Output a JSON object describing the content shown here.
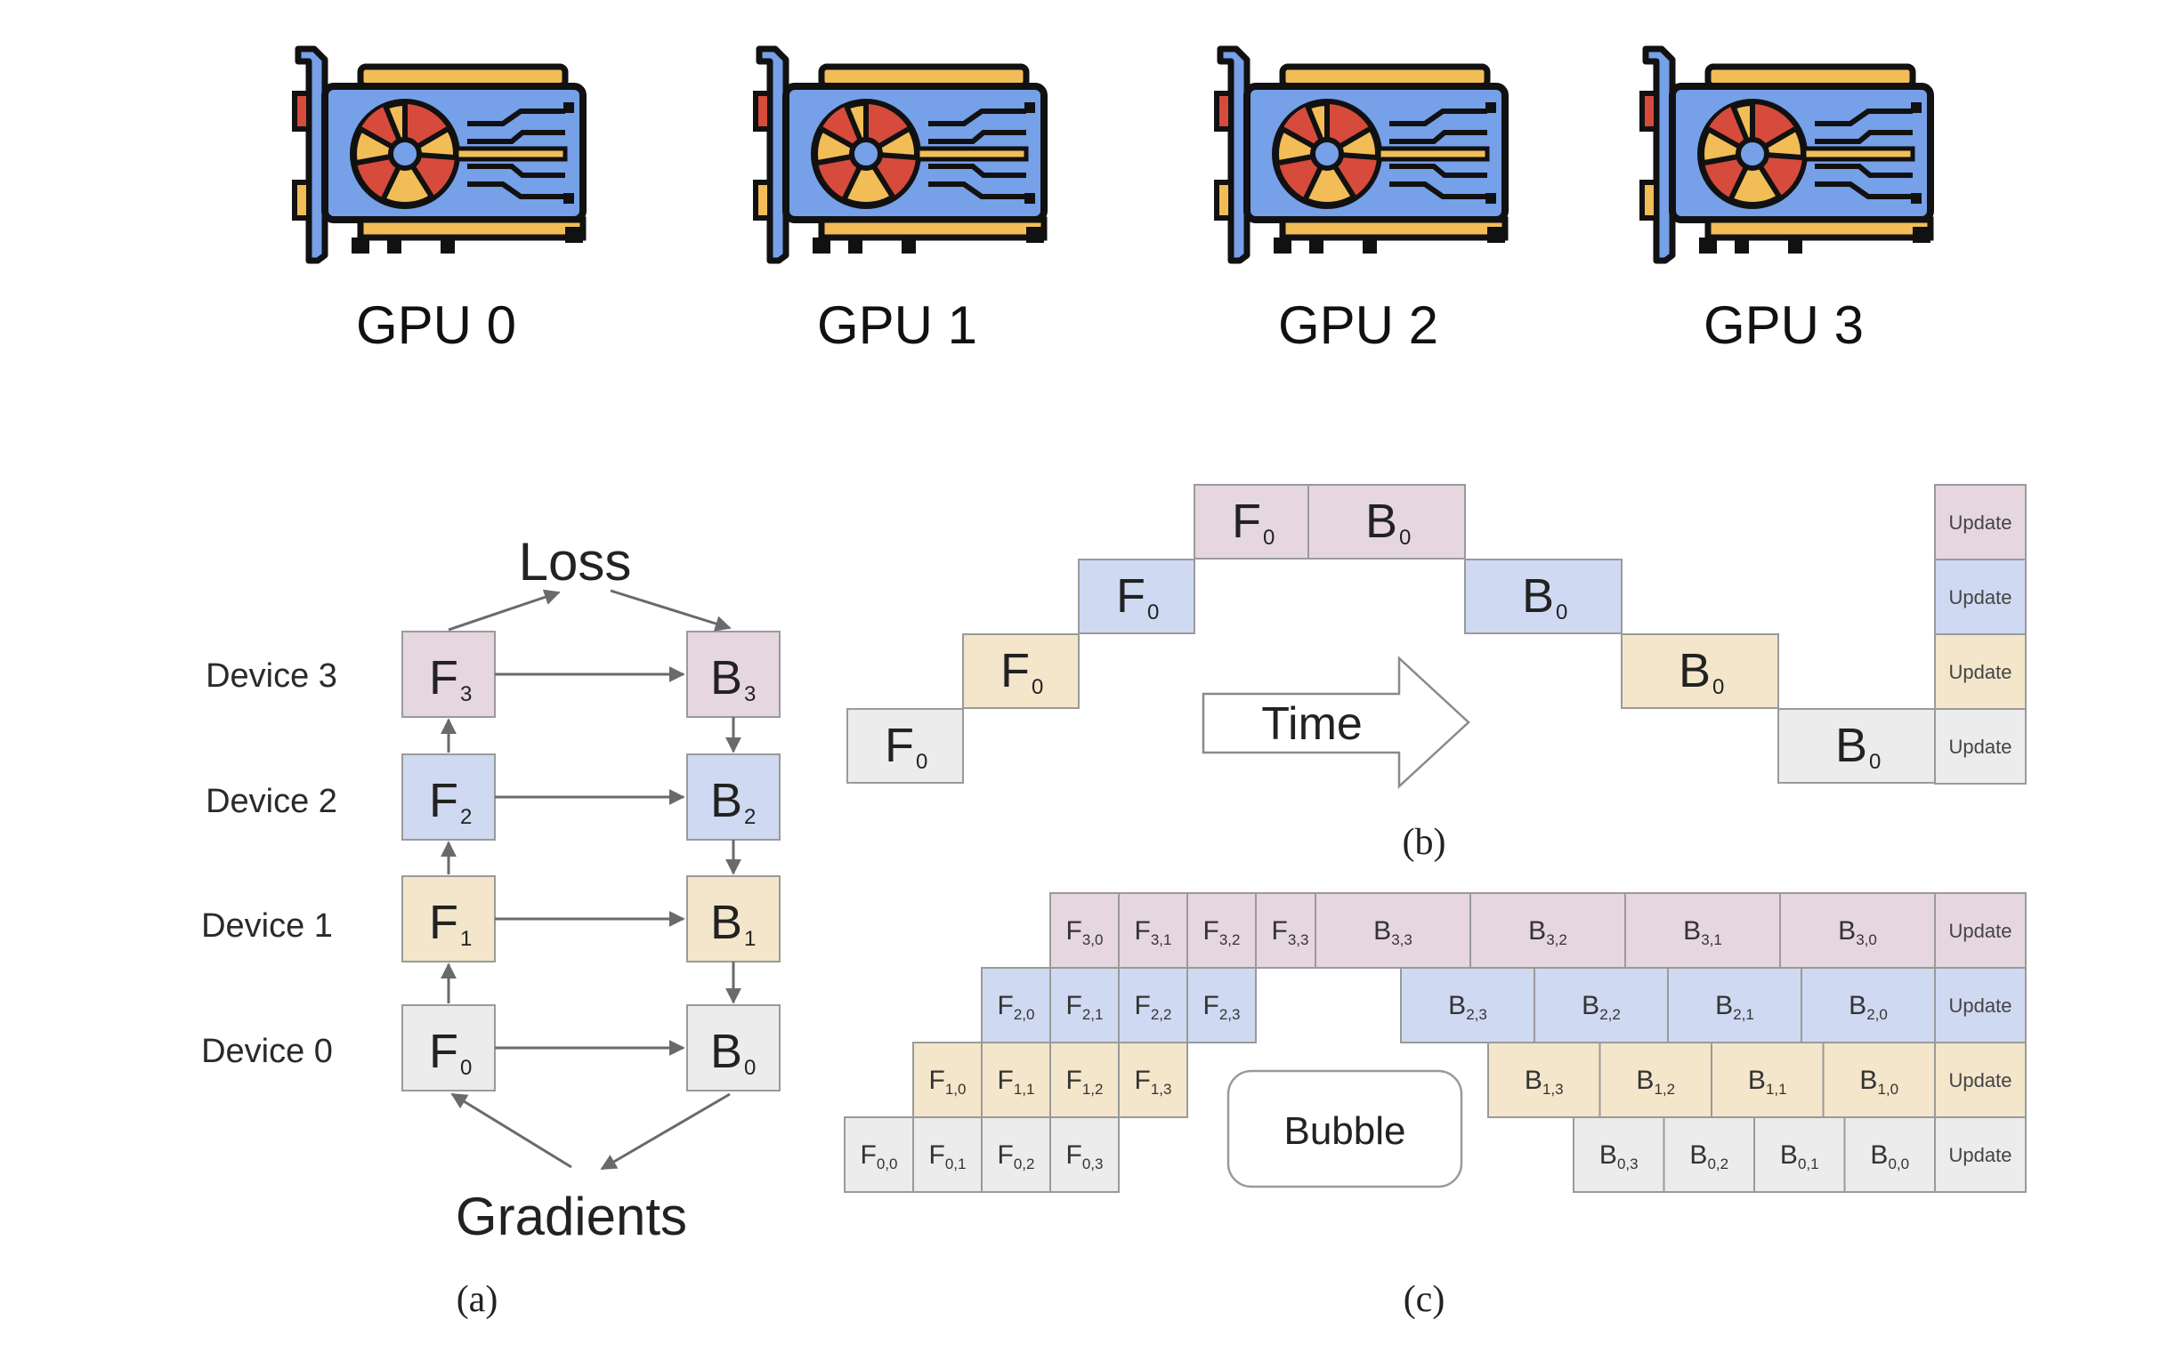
{
  "colors": {
    "device3": "#e6d6e0",
    "device2": "#cfd9f1",
    "device1": "#f3e6cb",
    "device0": "#ececec",
    "gpu_blue": "#76a0e8",
    "gpu_yellow": "#f2bd57",
    "gpu_red": "#d64b3c",
    "outline": "#111111"
  },
  "gpus": [
    {
      "label": "GPU 0",
      "icon": "gpu-card-icon"
    },
    {
      "label": "GPU 1",
      "icon": "gpu-card-icon"
    },
    {
      "label": "GPU 2",
      "icon": "gpu-card-icon"
    },
    {
      "label": "GPU 3",
      "icon": "gpu-card-icon"
    }
  ],
  "panel_a": {
    "caption": "(a)",
    "top_label": "Loss",
    "bottom_label": "Gradients",
    "devices": [
      {
        "label": "Device 3",
        "forward": "F",
        "forward_sub": "3",
        "backward": "B",
        "backward_sub": "3"
      },
      {
        "label": "Device 2",
        "forward": "F",
        "forward_sub": "2",
        "backward": "B",
        "backward_sub": "2"
      },
      {
        "label": "Device 1",
        "forward": "F",
        "forward_sub": "1",
        "backward": "B",
        "backward_sub": "1"
      },
      {
        "label": "Device 0",
        "forward": "F",
        "forward_sub": "0",
        "backward": "B",
        "backward_sub": "0"
      }
    ]
  },
  "panel_b": {
    "caption": "(b)",
    "arrow_label": "Time",
    "update_label": "Update",
    "rows": [
      {
        "forward": "F",
        "forward_sub": "0",
        "backward": "B",
        "backward_sub": "0"
      },
      {
        "forward": "F",
        "forward_sub": "0",
        "backward": "B",
        "backward_sub": "0"
      },
      {
        "forward": "F",
        "forward_sub": "0",
        "backward": "B",
        "backward_sub": "0"
      },
      {
        "forward": "F",
        "forward_sub": "0",
        "backward": "B",
        "backward_sub": "0"
      }
    ]
  },
  "panel_c": {
    "caption": "(c)",
    "bubble_label": "Bubble",
    "update_label": "Update",
    "rows": [
      {
        "forward": [
          {
            "l": "F",
            "s": "3,0"
          },
          {
            "l": "F",
            "s": "3,1"
          },
          {
            "l": "F",
            "s": "3,2"
          },
          {
            "l": "F",
            "s": "3,3"
          }
        ],
        "backward": [
          {
            "l": "B",
            "s": "3,3"
          },
          {
            "l": "B",
            "s": "3,2"
          },
          {
            "l": "B",
            "s": "3,1"
          },
          {
            "l": "B",
            "s": "3,0"
          }
        ]
      },
      {
        "forward": [
          {
            "l": "F",
            "s": "2,0"
          },
          {
            "l": "F",
            "s": "2,1"
          },
          {
            "l": "F",
            "s": "2,2"
          },
          {
            "l": "F",
            "s": "2,3"
          }
        ],
        "backward": [
          {
            "l": "B",
            "s": "2,3"
          },
          {
            "l": "B",
            "s": "2,2"
          },
          {
            "l": "B",
            "s": "2,1"
          },
          {
            "l": "B",
            "s": "2,0"
          }
        ]
      },
      {
        "forward": [
          {
            "l": "F",
            "s": "1,0"
          },
          {
            "l": "F",
            "s": "1,1"
          },
          {
            "l": "F",
            "s": "1,2"
          },
          {
            "l": "F",
            "s": "1,3"
          }
        ],
        "backward": [
          {
            "l": "B",
            "s": "1,3"
          },
          {
            "l": "B",
            "s": "1,2"
          },
          {
            "l": "B",
            "s": "1,1"
          },
          {
            "l": "B",
            "s": "1,0"
          }
        ]
      },
      {
        "forward": [
          {
            "l": "F",
            "s": "0,0"
          },
          {
            "l": "F",
            "s": "0,1"
          },
          {
            "l": "F",
            "s": "0,2"
          },
          {
            "l": "F",
            "s": "0,3"
          }
        ],
        "backward": [
          {
            "l": "B",
            "s": "0,3"
          },
          {
            "l": "B",
            "s": "0,2"
          },
          {
            "l": "B",
            "s": "0,1"
          },
          {
            "l": "B",
            "s": "0,0"
          }
        ]
      }
    ]
  }
}
